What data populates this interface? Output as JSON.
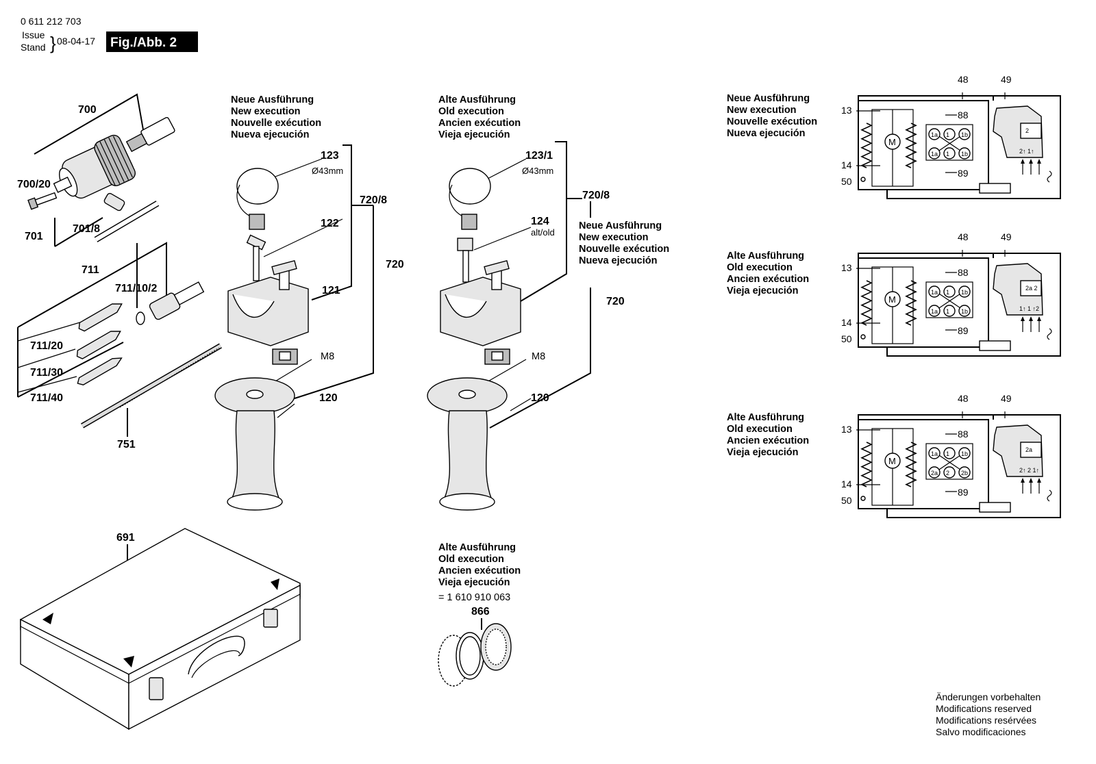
{
  "header": {
    "part_number": "0 611 212 703",
    "issue_label": "Issue",
    "stand_label": "Stand",
    "date": "08-04-17",
    "figure_label": "Fig./Abb. 2"
  },
  "columns": {
    "mid_new": [
      "Neue Ausführung",
      "New execution",
      "Nouvelle exécution",
      "Nueva ejecución"
    ],
    "mid_old": [
      "Alte Ausführung",
      "Old execution",
      "Ancien exécution",
      "Vieja ejecución"
    ],
    "mid_new2": [
      "Neue Ausführung",
      "New execution",
      "Nouvelle exécution",
      "Nueva ejecución"
    ],
    "bottom_old": [
      "Alte Ausführung",
      "Old execution",
      "Ancien exécution",
      "Vieja ejecución"
    ],
    "bottom_equiv": "= 1 610 910 063"
  },
  "parts": {
    "p700": "700",
    "p700_20": "700/20",
    "p701": "701",
    "p701_8": "701/8",
    "p711": "711",
    "p711_10_2": "711/10/2",
    "p711_20": "711/20",
    "p711_30": "711/30",
    "p711_40": "711/40",
    "p751": "751",
    "p691": "691",
    "p123": "123",
    "p123_dia": "Ø43mm",
    "p122": "122",
    "p121": "121",
    "pM8a": "M8",
    "p120a": "120",
    "p720_8a": "720/8",
    "p720a": "720",
    "p123_1": "123/1",
    "p123_1_dia": "Ø43mm",
    "p124": "124",
    "p124_note": "alt/old",
    "pM8b": "M8",
    "p120b": "120",
    "p720_8b": "720/8",
    "p720b": "720",
    "p866": "866"
  },
  "wiring": [
    {
      "heading": [
        "Neue Ausführung",
        "New execution",
        "Nouvelle exécution",
        "Nueva ejecución"
      ],
      "labels": {
        "t48": "48",
        "t49": "49",
        "t13": "13",
        "t14": "14",
        "t50": "50",
        "t88": "88",
        "t89": "89",
        "motor": "M"
      },
      "terminals": [
        "1a",
        "1",
        "1b",
        "1a",
        "1",
        "1b"
      ],
      "switch": {
        "top": "2",
        "bottom": "2↑  1↑"
      }
    },
    {
      "heading": [
        "Alte Ausführung",
        "Old execution",
        "Ancien exécution",
        "Vieja ejecución"
      ],
      "labels": {
        "t48": "48",
        "t49": "49",
        "t13": "13",
        "t14": "14",
        "t50": "50",
        "t88": "88",
        "t89": "89",
        "motor": "M"
      },
      "terminals": [
        "1a",
        "1",
        "1b",
        "1a",
        "1",
        "1b"
      ],
      "switch": {
        "top": "2a  2",
        "bottom": "1↑  1  ↑2"
      }
    },
    {
      "heading": [
        "Alte Ausführung",
        "Old execution",
        "Ancien exécution",
        "Vieja ejecución"
      ],
      "labels": {
        "t48": "48",
        "t49": "49",
        "t13": "13",
        "t14": "14",
        "t50": "50",
        "t88": "88",
        "t89": "89",
        "motor": "M"
      },
      "terminals": [
        "1a",
        "1",
        "1b",
        "2a",
        "2",
        "2b"
      ],
      "switch": {
        "top": "2a",
        "bottom": "2↑  2  1↑"
      }
    }
  ],
  "footer": [
    "Änderungen vorbehalten",
    "Modifications reserved",
    "Modifications resérvées",
    "Salvo modificaciones"
  ]
}
